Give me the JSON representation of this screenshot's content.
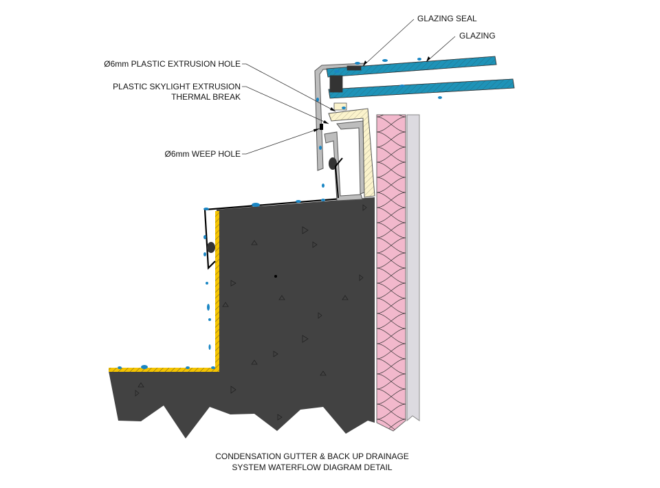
{
  "labels": {
    "glazing_seal": "GLAZING SEAL",
    "glazing": "GLAZING",
    "extrusion_hole": "Ø6mm PLASTIC EXTRUSION HOLE",
    "thermal_break_line1": "PLASTIC SKYLIGHT EXTRUSION",
    "thermal_break_line2": "THERMAL BREAK",
    "weep_hole": "Ø6mm WEEP HOLE"
  },
  "caption": {
    "line1": "CONDENSATION GUTTER & BACK UP DRAINAGE",
    "line2": "SYSTEM WATERFLOW DIAGRAM DETAIL"
  },
  "colors": {
    "concrete": "#424242",
    "membrane": "#f5c400",
    "insulation": "#f2b8cc",
    "board": "#dcdae0",
    "glazing": "#1e93b8",
    "water": "#1a86c4",
    "thermal_break": "#fbf3cc",
    "extrusion": "#bdbdbd"
  }
}
